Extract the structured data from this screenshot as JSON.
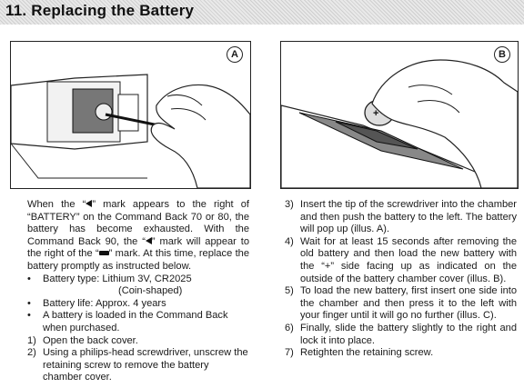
{
  "title": "11. Replacing the Battery",
  "illustrations": [
    {
      "label": "A"
    },
    {
      "label": "B"
    }
  ],
  "left_column": {
    "intro_1": "When the “",
    "intro_2": "” mark appears to the right of “BATTERY” on the Command Back 70 or 80, the battery has become exhausted. With the Command Back 90, the “",
    "intro_3": "” mark will appear to the right of the “",
    "intro_4": "” mark. At this time, replace the battery promptly as instructed below.",
    "bullets": [
      {
        "marker": "•",
        "text": "Battery type: Lithium 3V, CR2025"
      },
      {
        "marker": "",
        "text": "(Coin-shaped)"
      },
      {
        "marker": "•",
        "text": "Battery life: Approx. 4 years"
      },
      {
        "marker": "•",
        "text": "A battery is loaded in the Command Back when purchased."
      }
    ],
    "steps": [
      {
        "num": "1)",
        "text": "Open the back cover."
      },
      {
        "num": "2)",
        "text": "Using a philips-head screwdriver, unscrew the retaining screw to remove the battery chamber cover."
      }
    ]
  },
  "right_column": {
    "steps": [
      {
        "num": "3)",
        "text": "Insert the tip of the screwdriver into the chamber and then push the battery to the left. The battery will pop up (illus. A)."
      },
      {
        "num": "4)",
        "text": "Wait for at least 15 seconds after removing the old battery and then load the new battery with the “+” side facing up as indicated on the outside of the battery chamber cover (illus. B)."
      },
      {
        "num": "5)",
        "text": "To load the new battery, first insert one side into the chamber and then press it to the left with your finger until it will go no further (illus. C)."
      },
      {
        "num": "6)",
        "text": "Finally, slide the battery slightly to the right and lock it into place."
      },
      {
        "num": "7)",
        "text": "Retighten the retaining screw."
      }
    ]
  }
}
